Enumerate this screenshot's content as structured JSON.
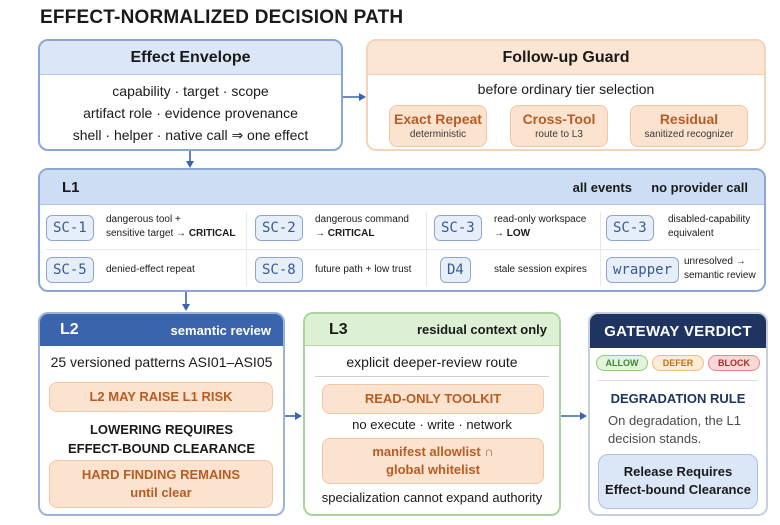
{
  "title": "EFFECT-NORMALIZED DECISION PATH",
  "envelope": {
    "title": "Effect Envelope",
    "lines": [
      "capability · target · scope",
      "artifact role · evidence provenance",
      "shell · helper · native call ⇒ one effect"
    ]
  },
  "guard": {
    "title": "Follow-up Guard",
    "subtitle": "before ordinary tier selection",
    "items": [
      {
        "title": "Exact Repeat",
        "sub": "deterministic"
      },
      {
        "title": "Cross-Tool",
        "sub": "route to L3"
      },
      {
        "title": "Residual",
        "sub": "sanitized recognizer"
      }
    ]
  },
  "l1": {
    "label": "L1",
    "right_a": "all events",
    "right_b": "no provider call",
    "rules": [
      {
        "code": "SC-1",
        "line1": "dangerous tool +",
        "line2_plain": "sensitive target → ",
        "line2_bold": "CRITICAL"
      },
      {
        "code": "SC-2",
        "line1": "dangerous command",
        "line2_plain": "→ ",
        "line2_bold": "CRITICAL"
      },
      {
        "code": "SC-3",
        "line1": "read-only workspace",
        "line2_plain": "→ ",
        "line2_bold": "LOW"
      },
      {
        "code": "SC-3",
        "line1": "disabled-capability",
        "line2_plain": "equivalent",
        "line2_bold": ""
      },
      {
        "code": "SC-5",
        "line1": "denied-effect repeat",
        "line2_plain": "",
        "line2_bold": ""
      },
      {
        "code": "SC-8",
        "line1": "future path + low trust",
        "line2_plain": "",
        "line2_bold": ""
      },
      {
        "code": "D4",
        "line1": "stale session expires",
        "line2_plain": "",
        "line2_bold": ""
      },
      {
        "code": "wrapper",
        "line1": "unresolved →",
        "line2_plain": "semantic review",
        "line2_bold": ""
      }
    ]
  },
  "l2": {
    "label": "L2",
    "right": "semantic review",
    "patterns": "25 versioned patterns ASI01–ASI05",
    "raise": "L2 MAY RAISE L1 RISK",
    "lower1": "LOWERING REQUIRES",
    "lower2": "EFFECT-BOUND CLEARANCE",
    "hard1": "HARD FINDING REMAINS",
    "hard2": "until clear"
  },
  "l3": {
    "label": "L3",
    "right": "residual context only",
    "route": "explicit deeper-review route",
    "toolkit": "READ-ONLY TOOLKIT",
    "noexec": "no execute · write · network",
    "manifest1": "manifest allowlist ∩",
    "manifest2": "global whitelist",
    "special": "specialization cannot expand authority"
  },
  "gateway": {
    "title": "GATEWAY VERDICT",
    "verdicts": [
      {
        "label": "ALLOW",
        "color": "#3c8a2e",
        "bg": "#e3f3dc",
        "border": "#8fcb7a"
      },
      {
        "label": "DEFER",
        "color": "#b8741e",
        "bg": "#fdebd6",
        "border": "#efbd83"
      },
      {
        "label": "BLOCK",
        "color": "#b02a2a",
        "bg": "#f9d7d7",
        "border": "#e38a8a"
      }
    ],
    "rule_title": "DEGRADATION RULE",
    "rule_text": "On degradation, the L1 decision stands.",
    "release1": "Release Requires",
    "release2": "Effect-bound Clearance"
  }
}
